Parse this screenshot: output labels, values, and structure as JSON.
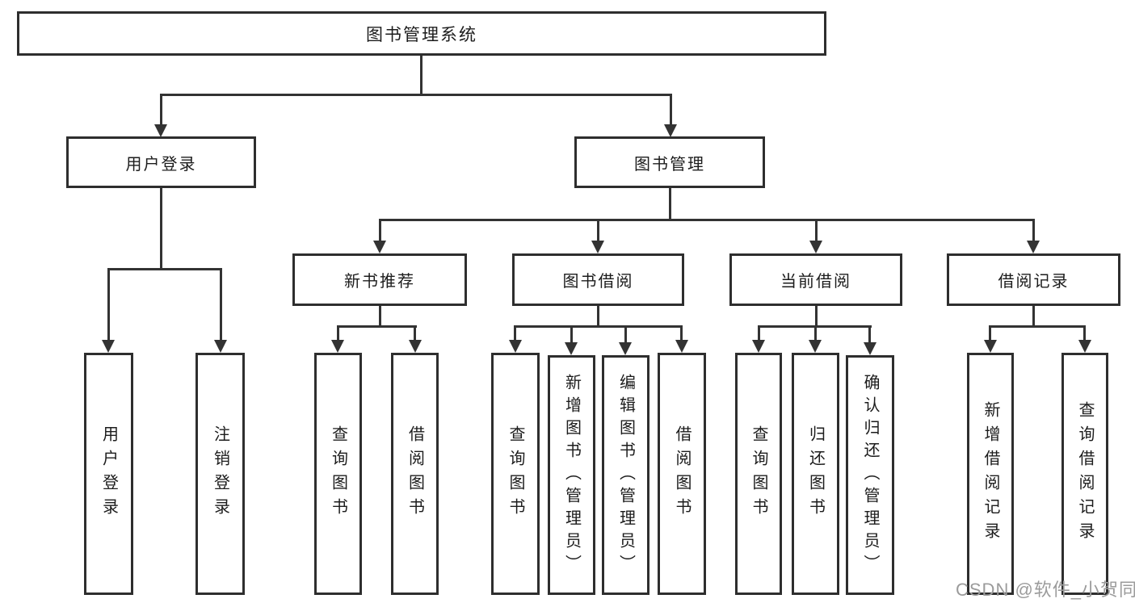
{
  "colors": {
    "line": "#333333",
    "box_border": "#2e2e2e",
    "text": "#1c1c1c",
    "background": "#ffffff",
    "watermark": "#9b9b9b"
  },
  "diagram": {
    "root": {
      "label": "图书管理系统"
    },
    "level2": [
      {
        "label": "用户登录"
      },
      {
        "label": "图书管理"
      }
    ],
    "level3": [
      {
        "parent": "图书管理",
        "label": "新书推荐"
      },
      {
        "parent": "图书管理",
        "label": "图书借阅"
      },
      {
        "parent": "图书管理",
        "label": "当前借阅"
      },
      {
        "parent": "图书管理",
        "label": "借阅记录"
      }
    ],
    "leaves": [
      {
        "parent": "用户登录",
        "label": "用户登录"
      },
      {
        "parent": "用户登录",
        "label": "注销登录"
      },
      {
        "parent": "新书推荐",
        "label": "查询图书"
      },
      {
        "parent": "新书推荐",
        "label": "借阅图书"
      },
      {
        "parent": "图书借阅",
        "label": "查询图书"
      },
      {
        "parent": "图书借阅",
        "label": "新增图书（管理员）"
      },
      {
        "parent": "图书借阅",
        "label": "编辑图书（管理员）"
      },
      {
        "parent": "图书借阅",
        "label": "借阅图书"
      },
      {
        "parent": "当前借阅",
        "label": "查询图书"
      },
      {
        "parent": "当前借阅",
        "label": "归还图书"
      },
      {
        "parent": "当前借阅",
        "label": "确认归还（管理员）"
      },
      {
        "parent": "借阅记录",
        "label": "新增借阅记录"
      },
      {
        "parent": "借阅记录",
        "label": "查询借阅记录"
      }
    ]
  },
  "watermark": {
    "text": "CSDN @软件_小贺同学"
  }
}
